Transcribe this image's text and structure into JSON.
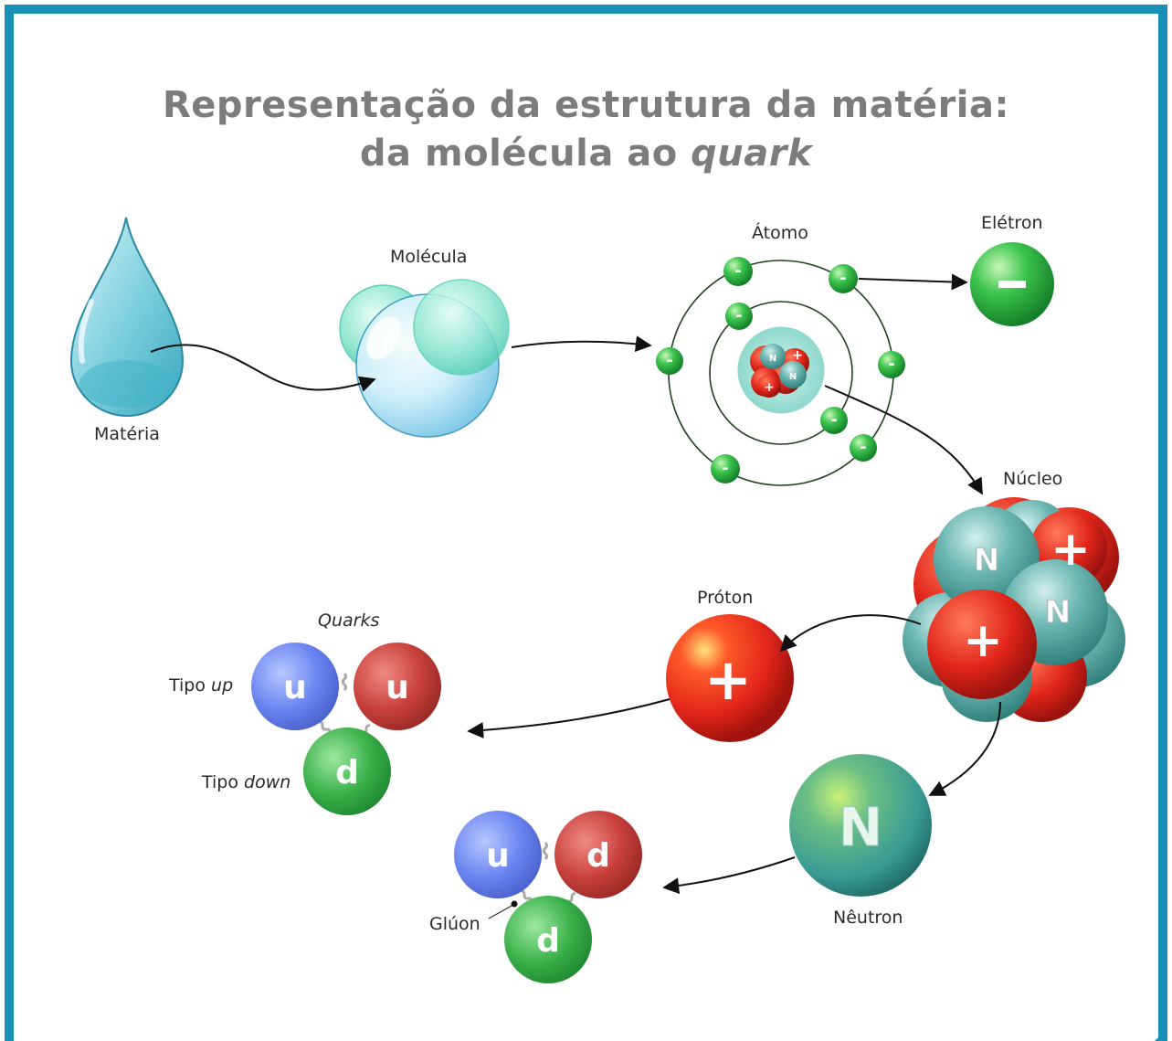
{
  "title": {
    "line1": "Representação da estrutura da matéria:",
    "line2_prefix": "da molécula ao ",
    "line2_italic": "quark"
  },
  "labels": {
    "materia": "Matéria",
    "molecula": "Molécula",
    "atomo": "Átomo",
    "eletron": "Elétron",
    "nucleo": "Núcleo",
    "proton": "Próton",
    "neutron": "Nêutron",
    "quarks": "Quarks",
    "tipo_up_prefix": "Tipo ",
    "tipo_up_italic": "up",
    "tipo_down_prefix": "Tipo ",
    "tipo_down_italic": "down",
    "gluon": "Glúon"
  },
  "symbols": {
    "electron": "-",
    "electron_big": "–",
    "proton": "+",
    "neutron": "N",
    "quark_up": "u",
    "quark_down": "d"
  },
  "colors": {
    "frame": "#1a8fb8",
    "title": "#7b7c7e",
    "electron": "#3cc44e",
    "proton": "#e0251b",
    "neutron": "#3a9a94",
    "quark_up": "#6a84f0",
    "quark_red": "#c8403c",
    "quark_down": "#3ab04a"
  }
}
